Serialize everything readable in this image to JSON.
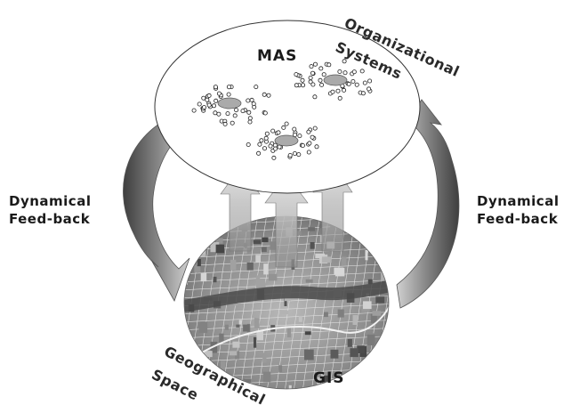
{
  "labels": {
    "mas": "MAS",
    "gis": "GIS",
    "organizational": [
      "Organizational",
      "Systems"
    ],
    "geographical": [
      "Geographical",
      "Space"
    ],
    "feedback_left": [
      "Dynamical",
      "Feed-back"
    ],
    "feedback_right": [
      "Dynamical",
      "Feed-back"
    ]
  },
  "colors": {
    "ellipse_fill": "#ffffff",
    "ellipse_stroke": "#333333",
    "agent_dot": "#ffffff",
    "agent_center": "#aaaaaa",
    "feedback_arrow_dark": "#4a4a4a",
    "feedback_arrow_light": "#bdbdbd",
    "up_arrow": "#c8c8c8",
    "city_base": "#9a9a9a"
  }
}
